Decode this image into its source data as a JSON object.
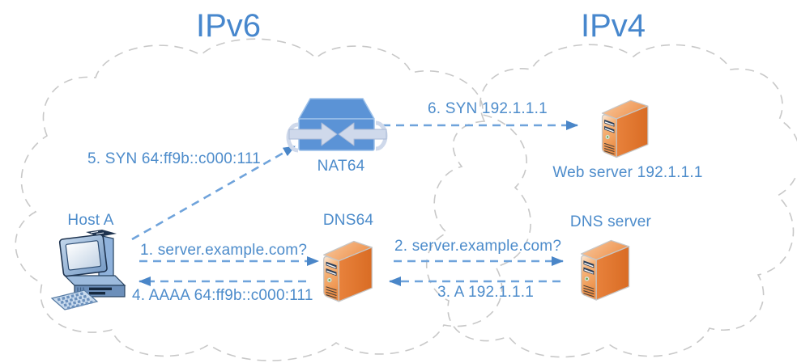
{
  "titles": {
    "ipv6": "IPv6",
    "ipv4": "IPv4"
  },
  "nodes": {
    "host_a": {
      "label": "Host A",
      "icon": "desktop-computer-icon"
    },
    "nat64": {
      "label": "NAT64",
      "icon": "network-switch-icon"
    },
    "dns64": {
      "label": "DNS64",
      "icon": "tower-server-icon"
    },
    "web_server": {
      "label": "Web server 192.1.1.1",
      "icon": "tower-server-icon"
    },
    "dns_server": {
      "label": "DNS server",
      "icon": "tower-server-icon"
    }
  },
  "messages": [
    {
      "id": 1,
      "text": "1. server.example.com?",
      "from": "host_a",
      "to": "dns64"
    },
    {
      "id": 2,
      "text": "2. server.example.com?",
      "from": "dns64",
      "to": "dns_server"
    },
    {
      "id": 3,
      "text": "3. A 192.1.1.1",
      "from": "dns_server",
      "to": "dns64"
    },
    {
      "id": 4,
      "text": "4. AAAA 64:ff9b::c000:111",
      "from": "dns64",
      "to": "host_a"
    },
    {
      "id": 5,
      "text": "5. SYN 64:ff9b::c000:111",
      "from": "host_a",
      "to": "nat64"
    },
    {
      "id": 6,
      "text": "6. SYN 192.1.1.1",
      "from": "nat64",
      "to": "web_server"
    }
  ],
  "colors": {
    "label_blue": "#4D8CCB",
    "arrow_dash_blue": "#6FA3DB",
    "arrowhead_blue": "#4A86C8",
    "cloud_outline_gray": "#C8C8C8",
    "switch_blue": "#5B93D6",
    "server_orange": "#E07A33"
  }
}
